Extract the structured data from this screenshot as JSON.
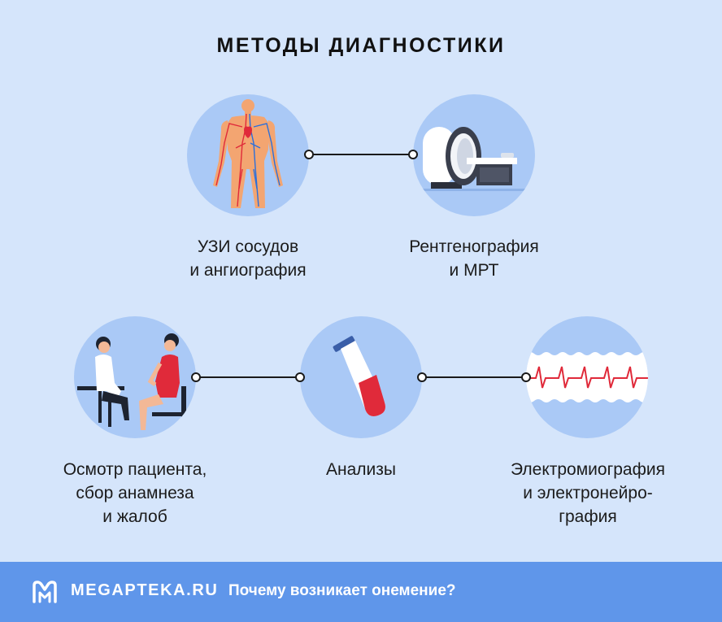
{
  "title": "МЕТОДЫ ДИАГНОСТИКИ",
  "methods": [
    {
      "icon": "human-vascular-system-icon",
      "label_lines": [
        "УЗИ сосудов",
        "и ангиография"
      ]
    },
    {
      "icon": "mri-scanner-icon",
      "label_lines": [
        "Рентгенография",
        "и МРТ"
      ]
    },
    {
      "icon": "doctor-consultation-icon",
      "label_lines": [
        "Осмотр пациента,",
        "сбор анамнеза",
        "и жалоб"
      ]
    },
    {
      "icon": "test-tube-icon",
      "label_lines": [
        "Анализы"
      ]
    },
    {
      "icon": "ecg-wave-icon",
      "label_lines": [
        "Электромиография",
        "и электронейро-",
        "графия"
      ]
    }
  ],
  "footer": {
    "brand": "MEGAPTEKA.RU",
    "tagline": "Почему возникает онемение?"
  },
  "colors": {
    "background": "#d5e5fb",
    "circle": "#aac9f6",
    "footer": "#5f96ea",
    "accent_red": "#e02a3a"
  }
}
